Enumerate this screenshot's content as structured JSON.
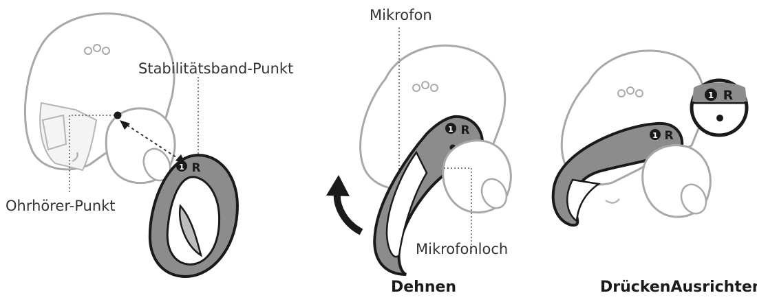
{
  "labels": {
    "stability_band_point": "Stabilitätsband-Punkt",
    "earbud_point": "Ohrhörer-Punkt",
    "microphone": "Mikrofon",
    "microphone_hole": "Mikrofonloch"
  },
  "captions": {
    "stretch": "Dehnen",
    "press_align": "DrückenAusrichten"
  },
  "band_marking": "❶R",
  "colors": {
    "outline": "#1a1a1a",
    "earbud_outline": "#a8a8a8",
    "band_fill": "#8c8c8c",
    "band_dark": "#555555",
    "arrow": "#1a1a1a"
  }
}
